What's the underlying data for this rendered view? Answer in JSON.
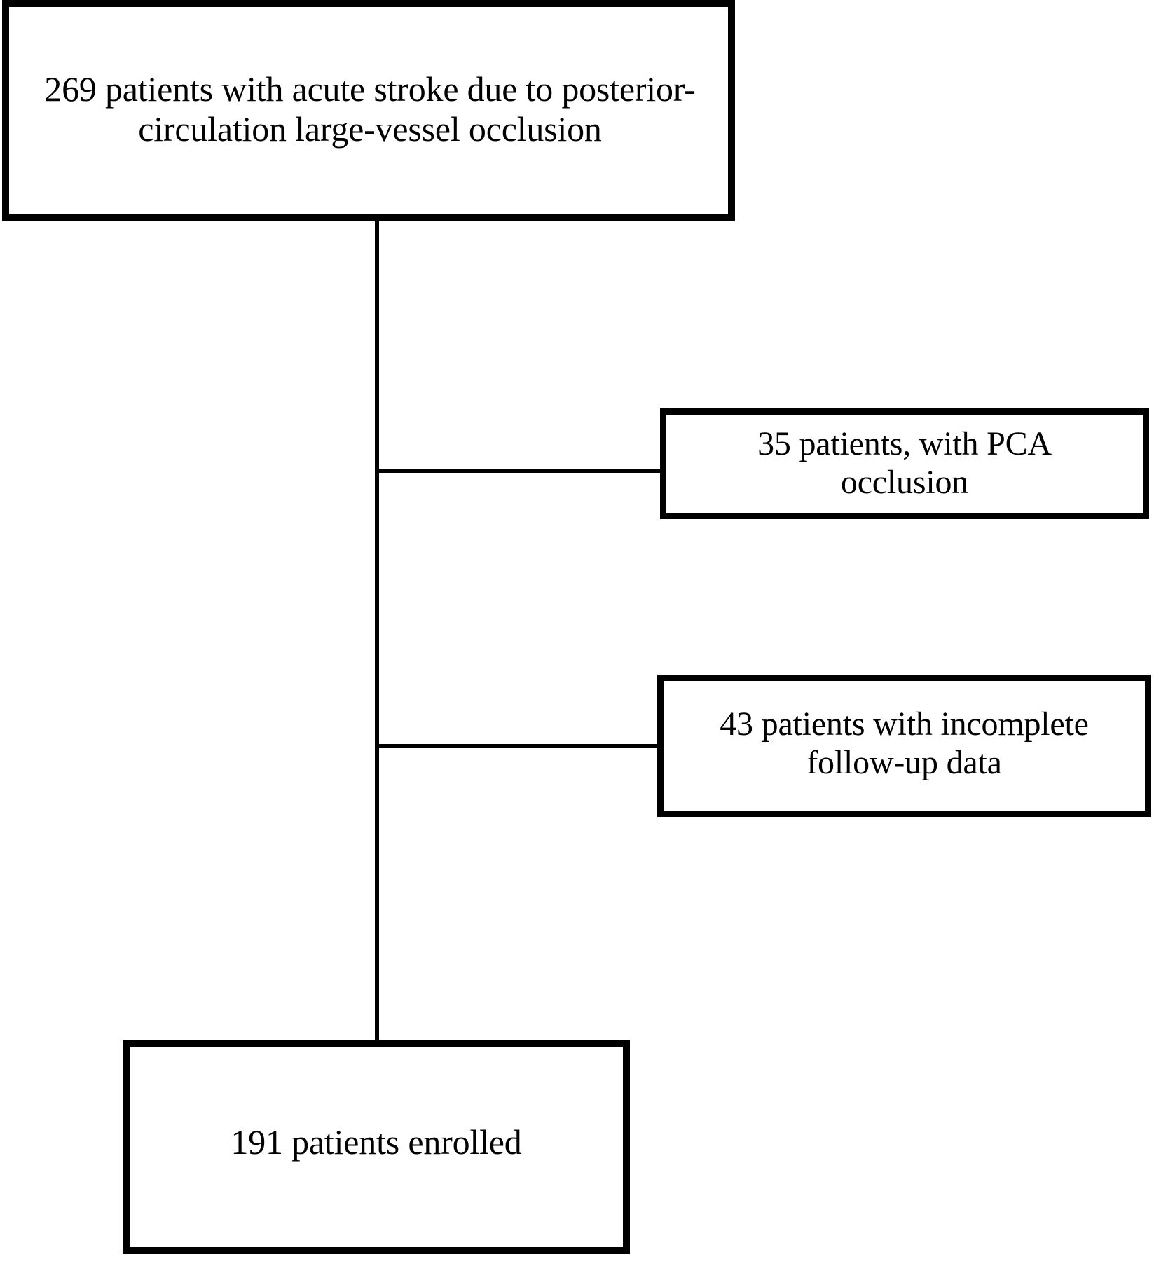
{
  "figure": {
    "type": "patient-flow-diagram",
    "background_color": "#ffffff",
    "line_color": "#000000"
  },
  "nodes": {
    "source": {
      "label": "269 patients with acute stroke due to posterior-\ncirculation large-vessel occlusion",
      "count": 269
    },
    "exclude_pca": {
      "label": "35 patients, with PCA\nocclusion",
      "count": 35
    },
    "exclude_followup": {
      "label": "43 patients with incomplete\nfollow-up data",
      "count": 43
    },
    "enrolled": {
      "label": "191 patients enrolled",
      "count": 191
    }
  },
  "connectors": {
    "spine_label": "main-vertical-connector",
    "branch_pca_label": "branch-to-pca-exclusion",
    "branch_followup_label": "branch-to-followup-exclusion"
  },
  "chart_data": {
    "type": "flowchart",
    "title": "",
    "flow": [
      {
        "id": "source",
        "stage": "screened",
        "label": "269 patients with acute stroke due to posterior-circulation large-vessel occlusion",
        "value": 269
      },
      {
        "id": "exclude_pca",
        "stage": "excluded",
        "label": "35 patients, with PCA occlusion",
        "value": 35
      },
      {
        "id": "exclude_followup",
        "stage": "excluded",
        "label": "43 patients with incomplete follow-up data",
        "value": 43
      },
      {
        "id": "enrolled",
        "stage": "enrolled",
        "label": "191 patients enrolled",
        "value": 191
      }
    ],
    "edges": [
      {
        "from": "source",
        "to": "exclude_pca",
        "type": "exclusion"
      },
      {
        "from": "source",
        "to": "exclude_followup",
        "type": "exclusion"
      },
      {
        "from": "source",
        "to": "enrolled",
        "type": "inclusion"
      }
    ]
  }
}
